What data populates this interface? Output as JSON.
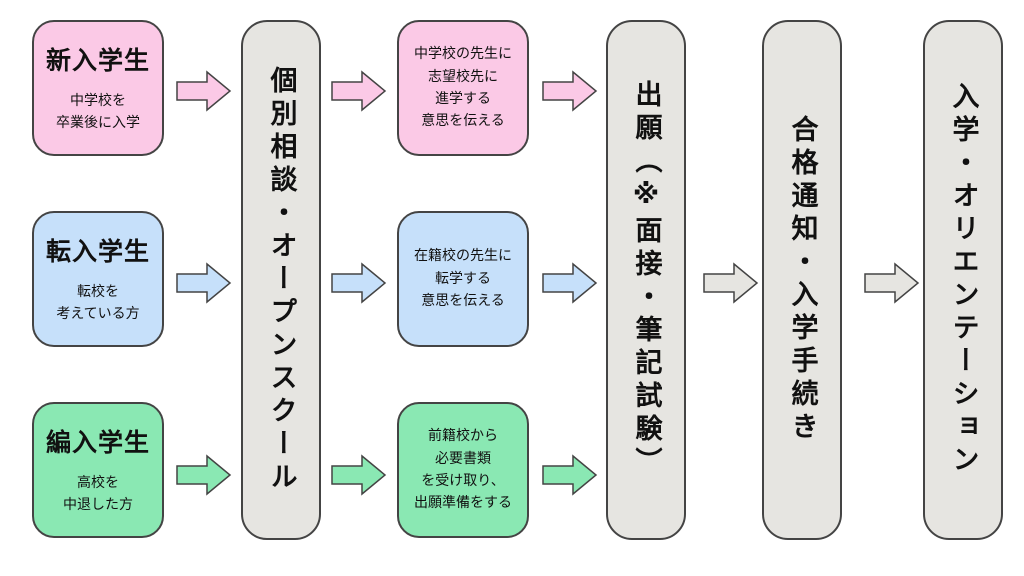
{
  "rows": [
    {
      "title": "新入学生",
      "subtitle_lines": [
        "中学校を",
        "卒業後に入学"
      ],
      "step_lines": [
        "中学校の先生に",
        "志望校先に",
        "進学する",
        "意思を伝える"
      ],
      "color": "#fbc9e6"
    },
    {
      "title": "転入学生",
      "subtitle_lines": [
        "転校を",
        "考えている方"
      ],
      "step_lines": [
        "在籍校の先生に",
        "転学する",
        "意思を伝える"
      ],
      "color": "#c6e0fa"
    },
    {
      "title": "編入学生",
      "subtitle_lines": [
        "高校を",
        "中退した方"
      ],
      "step_lines": [
        "前籍校から",
        "必要書類",
        "を受け取り、",
        "出願準備をする"
      ],
      "color": "#8ae8b3"
    }
  ],
  "columns": {
    "consultation": "個別相談・オープンスクール",
    "application": "出願（※面接・筆記試験）",
    "acceptance": "合格通知・入学手続き",
    "enrollment": "入学・オリエンテーション"
  },
  "colors": {
    "gray": "#e6e5e1",
    "border": "#444444"
  }
}
